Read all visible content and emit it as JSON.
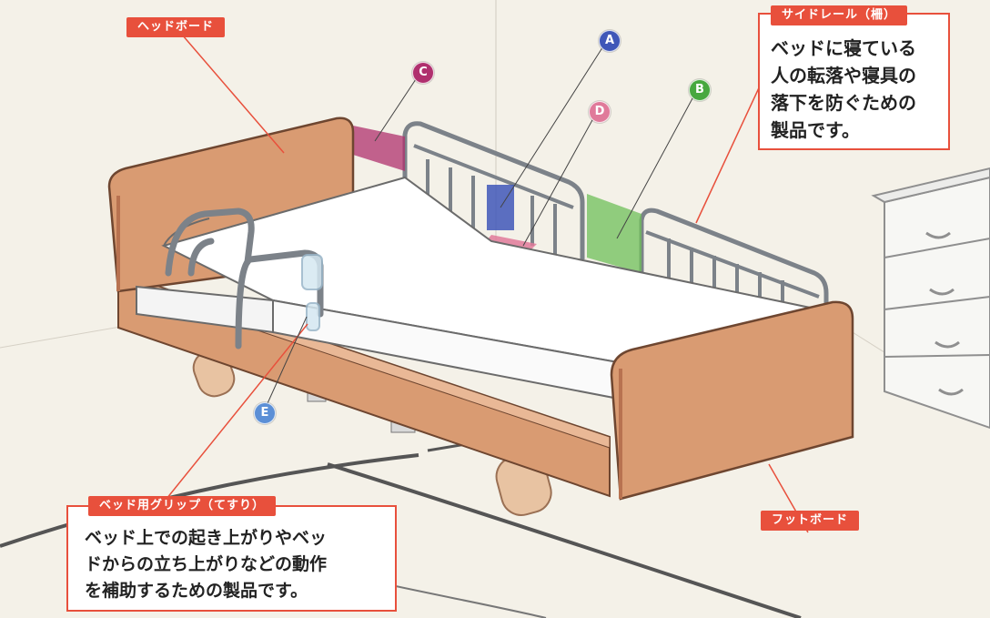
{
  "labels": {
    "headboard": "ヘッドボード",
    "footboard": "フットボード",
    "siderail_title": "サイドレール（柵）",
    "siderail_desc": "ベッドに寝ている\n人の転落や寝具の\n落下を防ぐための\n製品です。",
    "grip_title": "ベッド用グリップ（てすり）",
    "grip_desc": "ベッド上での起き上がりやベッ\nドからの立ち上がりなどの動作\nを補助するための製品です。"
  },
  "markers": [
    {
      "letter": "A",
      "color": "#3f57b8"
    },
    {
      "letter": "B",
      "color": "#47a83f"
    },
    {
      "letter": "C",
      "color": "#b0306e"
    },
    {
      "letter": "D",
      "color": "#e07a9a"
    },
    {
      "letter": "E",
      "color": "#5b8fd6"
    }
  ],
  "colors": {
    "accent": "#e8503c",
    "wood": "#d99b72",
    "wood_dark": "#b87250",
    "mattress": "#ffffff",
    "rail": "#8a8f96",
    "floor": "#f2efe6"
  }
}
